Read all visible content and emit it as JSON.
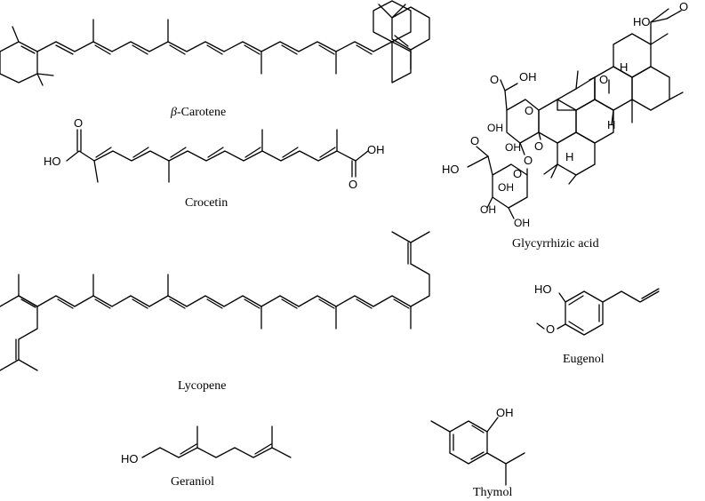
{
  "molecules": {
    "beta_carotene": {
      "name_prefix": "β",
      "name_suffix": "-Carotene"
    },
    "crocetin": {
      "name": "Crocetin",
      "atom_ho": "HO",
      "atom_oh": "OH",
      "atom_o1": "O",
      "atom_o2": "O"
    },
    "lycopene": {
      "name": "Lycopene"
    },
    "geraniol": {
      "name": "Geraniol",
      "atom_ho": "HO"
    },
    "glycyrrhizic_acid": {
      "name": "Glycyrrhizic acid",
      "atoms": {
        "ho_top": "HO",
        "o_top": "O",
        "o_ketone": "O",
        "h1": "H",
        "h2": "H",
        "h3": "H",
        "o_link": "O",
        "o_ring1": "O",
        "o_ring2": "O",
        "o_gly": "O",
        "cooh1_o": "O",
        "cooh1_oh": "OH",
        "oh_a": "OH",
        "oh_b": "OH",
        "cooh2_o": "O",
        "cooh2_ho": "HO",
        "oh_c": "OH",
        "oh_d": "OH",
        "oh_e": "OH"
      }
    },
    "eugenol": {
      "name": "Eugenol",
      "atom_ho": "HO",
      "atom_o": "O"
    },
    "thymol": {
      "name": "Thymol",
      "atom_oh": "OH"
    }
  }
}
